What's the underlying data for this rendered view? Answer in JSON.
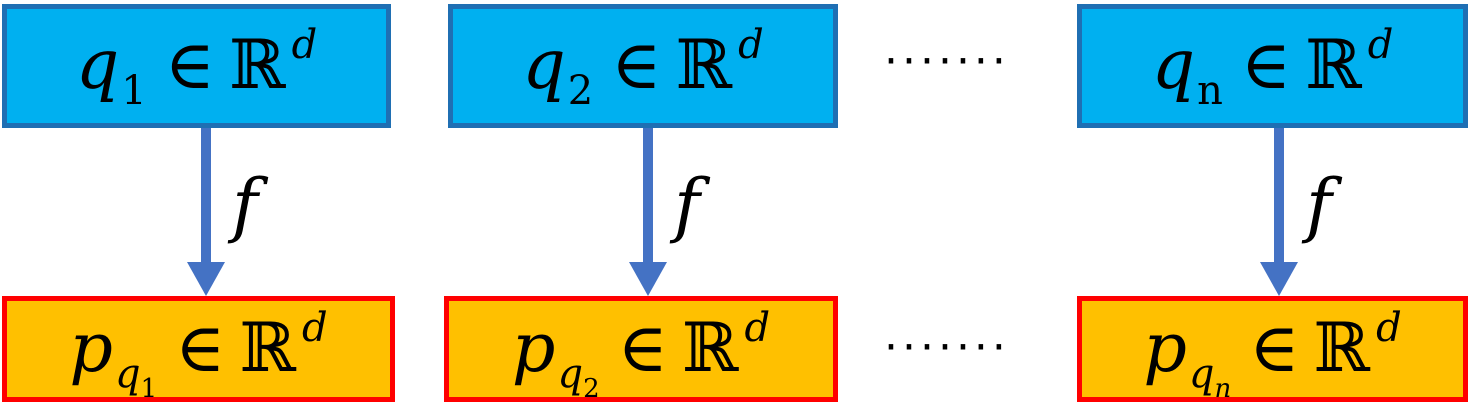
{
  "top_row": [
    {
      "symbol": "q",
      "subscript": "1",
      "relation": "∈",
      "set": "ℝ",
      "superscript": "d"
    },
    {
      "symbol": "q",
      "subscript": "2",
      "relation": "∈",
      "set": "ℝ",
      "superscript": "d"
    },
    {
      "symbol": "q",
      "subscript": "n",
      "relation": "∈",
      "set": "ℝ",
      "superscript": "d"
    }
  ],
  "bottom_row": [
    {
      "symbol": "p",
      "subscript": "q",
      "subsubscript": "1",
      "relation": "∈",
      "set": "ℝ",
      "superscript": "d"
    },
    {
      "symbol": "p",
      "subscript": "q",
      "subsubscript": "2",
      "relation": "∈",
      "set": "ℝ",
      "superscript": "d"
    },
    {
      "symbol": "p",
      "subscript": "q",
      "subsubscript": "n",
      "relation": "∈",
      "set": "ℝ",
      "superscript": "d"
    }
  ],
  "arrow_label": "f",
  "ellipsis": "·······",
  "colors": {
    "query_fill": "#00b0f0",
    "query_border": "#1f6fb3",
    "output_fill": "#ffc000",
    "output_border": "#ff0000",
    "arrow": "#4472c4"
  }
}
